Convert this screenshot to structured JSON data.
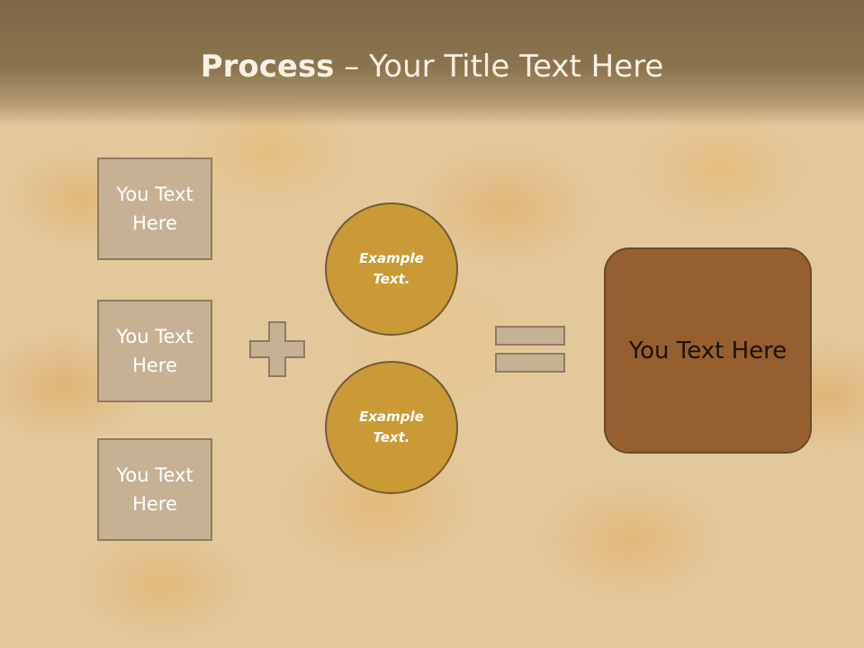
{
  "title": {
    "bold": "Process",
    "rest": " – Your Title Text Here"
  },
  "left_boxes": [
    {
      "label": "You Text Here"
    },
    {
      "label": "You Text Here"
    },
    {
      "label": "You Text Here"
    }
  ],
  "circles": [
    {
      "label": "Example Text."
    },
    {
      "label": "Example Text."
    }
  ],
  "result_box": {
    "label": "You Text Here"
  },
  "colors": {
    "header": "#8c7450",
    "box_fill": "#c6b194",
    "circle_fill": "#c99a36",
    "result_fill": "#965f2f",
    "symbol_fill": "#c6b194"
  }
}
